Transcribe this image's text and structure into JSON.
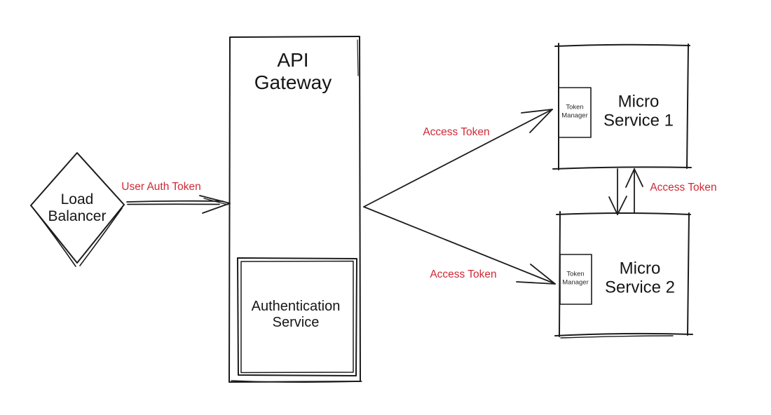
{
  "colors": {
    "background": "#ffffff",
    "line": "#1b1b1b",
    "edge_label_red": "#ce2936",
    "node_text": "#161616"
  },
  "nodes": {
    "load_balancer": {
      "shape": "diamond",
      "label": "Load\nBalancer"
    },
    "api_gateway": {
      "shape": "rectangle",
      "label": "API\nGateway"
    },
    "authentication_service": {
      "shape": "rectangle",
      "label": "Authentication\nService"
    },
    "micro_service_1": {
      "shape": "rectangle",
      "label": "Micro\nService 1",
      "token_manager": "Token\nManager"
    },
    "micro_service_2": {
      "shape": "rectangle",
      "label": "Micro\nService 2",
      "token_manager": "Token\nManager"
    }
  },
  "edges": {
    "lb_to_gateway": {
      "from": "load_balancer",
      "to": "api_gateway",
      "label": "User Auth Token"
    },
    "gateway_to_ms1": {
      "from": "api_gateway",
      "to": "micro_service_1",
      "label": "Access Token"
    },
    "gateway_to_ms2": {
      "from": "api_gateway",
      "to": "micro_service_2",
      "label": "Access Token"
    },
    "ms1_to_ms2": {
      "direction": "bidirectional",
      "label": "Access Token"
    }
  }
}
